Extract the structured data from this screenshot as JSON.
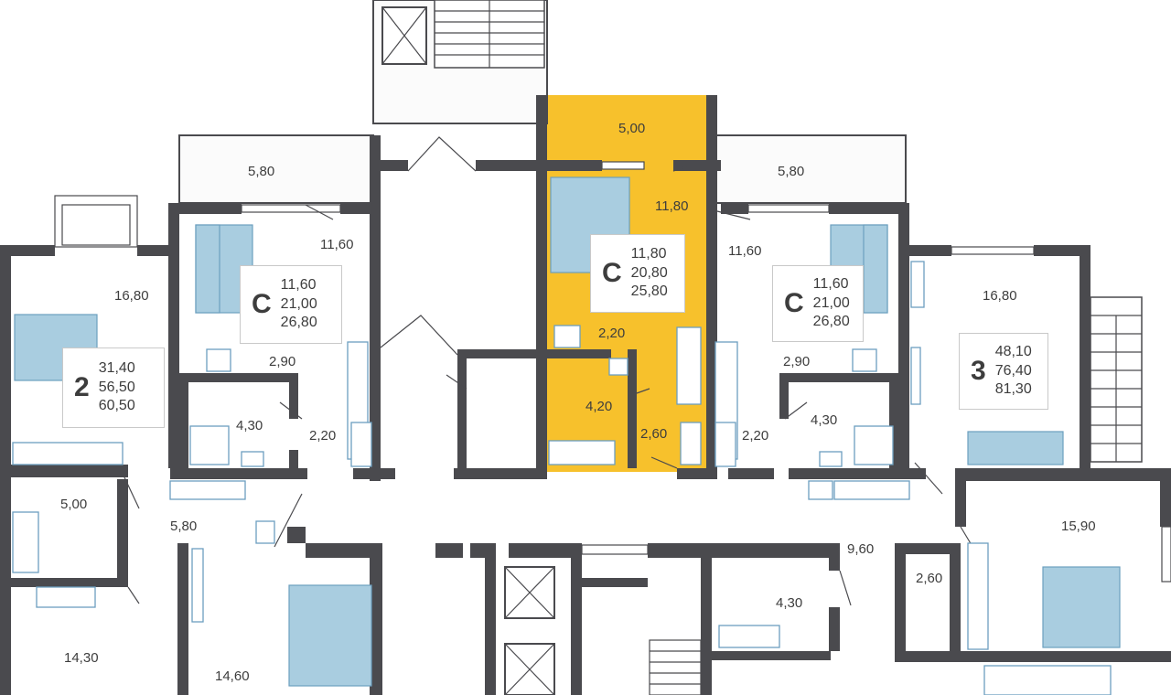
{
  "apartments": [
    {
      "id": "apt-2-left",
      "type_label": "2",
      "areas": [
        "31,40",
        "56,50",
        "60,50"
      ]
    },
    {
      "id": "apt-c-left",
      "type_label": "С",
      "areas": [
        "11,60",
        "21,00",
        "26,80"
      ]
    },
    {
      "id": "apt-c-center",
      "type_label": "С",
      "areas": [
        "11,80",
        "20,80",
        "25,80"
      ],
      "highlighted": true
    },
    {
      "id": "apt-c-right",
      "type_label": "С",
      "areas": [
        "11,60",
        "21,00",
        "26,80"
      ]
    },
    {
      "id": "apt-3-right",
      "type_label": "3",
      "areas": [
        "48,10",
        "76,40",
        "81,30"
      ]
    }
  ],
  "room_labels": [
    "5,80",
    "5,00",
    "5,80",
    "11,60",
    "11,80",
    "11,60",
    "16,80",
    "16,80",
    "2,90",
    "2,90",
    "2,20",
    "4,30",
    "4,30",
    "4,20",
    "2,20",
    "2,60",
    "2,20",
    "5,00",
    "5,80",
    "9,60",
    "15,90",
    "2,60",
    "4,30",
    "14,30",
    "14,60"
  ],
  "colors": {
    "wall": "#4a4a4e",
    "highlight": "#f7c12c",
    "furniture": "#a9cde0"
  }
}
